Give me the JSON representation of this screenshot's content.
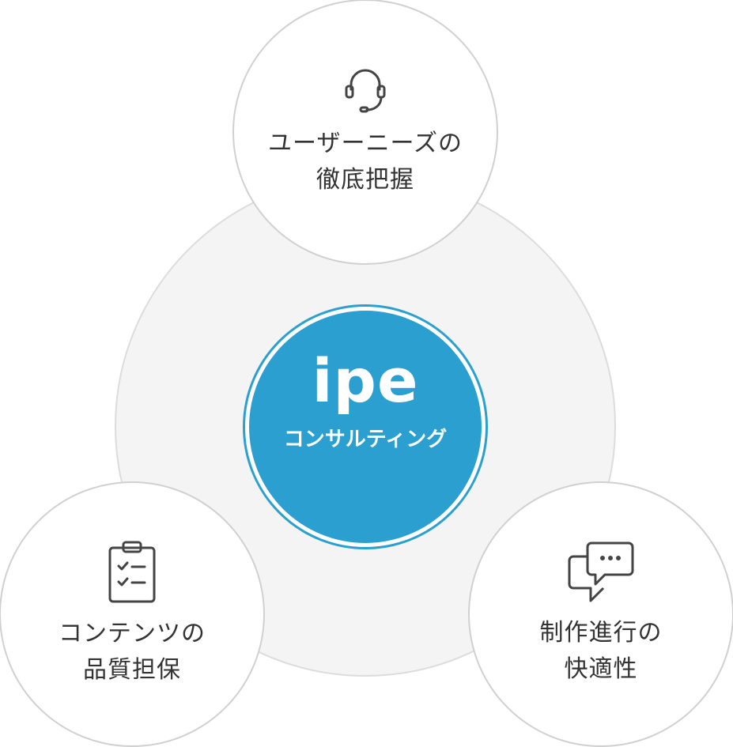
{
  "center": {
    "logo": "ipe",
    "subtitle": "コンサルティング"
  },
  "items": [
    {
      "line1": "ユーザーニーズの",
      "line2": "徹底把握",
      "icon": "headset-icon"
    },
    {
      "line1": "コンテンツの",
      "line2": "品質担保",
      "icon": "clipboard-checklist-icon"
    },
    {
      "line1": "制作進行の",
      "line2": "快適性",
      "icon": "chat-bubbles-icon"
    }
  ],
  "colors": {
    "accent": "#2a9fd0",
    "background_circle": "#f4f4f4",
    "text": "#333333"
  }
}
